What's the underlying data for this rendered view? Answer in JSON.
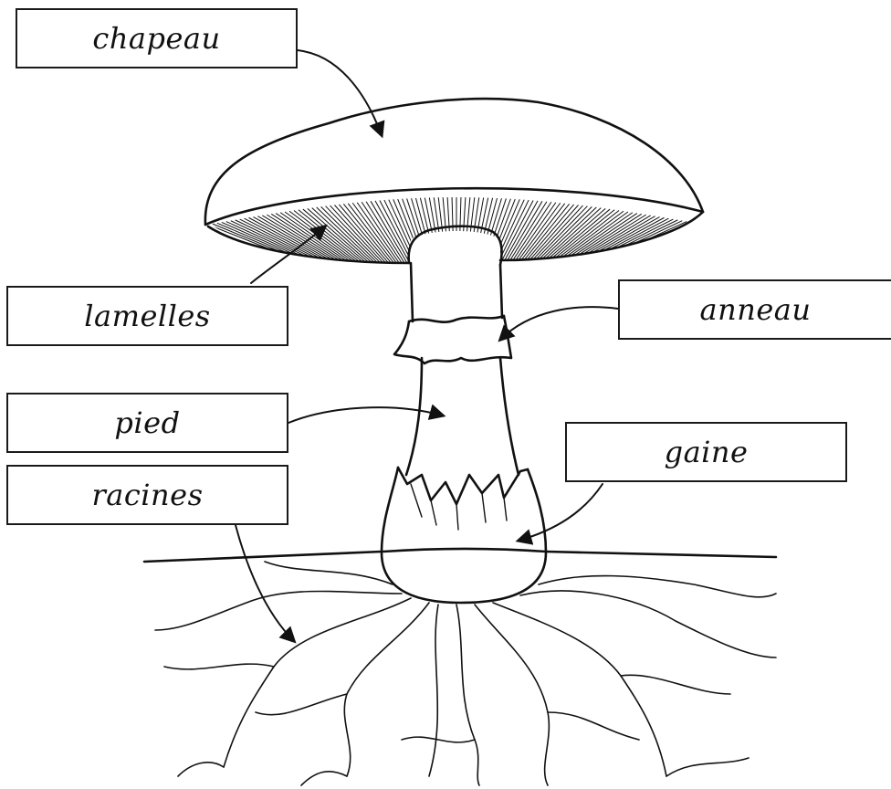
{
  "labels": {
    "chapeau": "chapeau",
    "lamelles": "lamelles",
    "anneau": "anneau",
    "pied": "pied",
    "racines": "racines",
    "gaine": "gaine"
  },
  "colors": {
    "ink": "#111111",
    "background": "#ffffff"
  }
}
